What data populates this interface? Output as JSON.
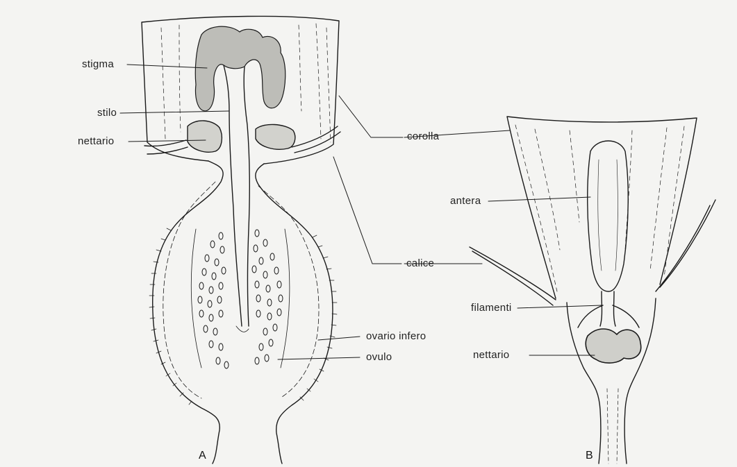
{
  "figures": {
    "a": "A",
    "b": "B"
  },
  "labels": {
    "stigma": "stigma",
    "stilo": "stilo",
    "nettario_a": "nettario",
    "corolla": "corolla",
    "antera": "antera",
    "calice": "calice",
    "filamenti": "filamenti",
    "ovario_infero": "ovario infero",
    "ovulo": "ovulo",
    "nettario_b": "nettario"
  },
  "colors": {
    "ink": "#1a1a1a",
    "paper": "#f4f4f2"
  }
}
